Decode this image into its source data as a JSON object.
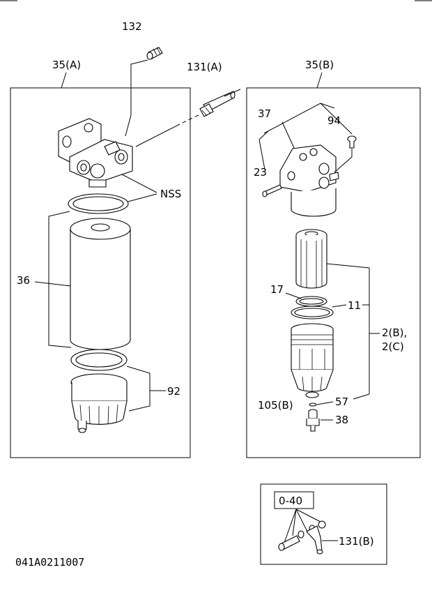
{
  "labels": {
    "p132": "132",
    "p35a": "35(A)",
    "p131a": "131(A)",
    "p35b": "35(B)",
    "p37": "37",
    "p94": "94",
    "p23": "23",
    "nss": "NSS",
    "p36": "36",
    "p17": "17",
    "p11": "11",
    "p2b": "2(B),",
    "p2c": "2(C)",
    "p92": "92",
    "p105b": "105(B)",
    "p57": "57",
    "p38": "38",
    "p040": "0-40",
    "p131b": "131(B)"
  },
  "drawing_code": "041A0211007"
}
